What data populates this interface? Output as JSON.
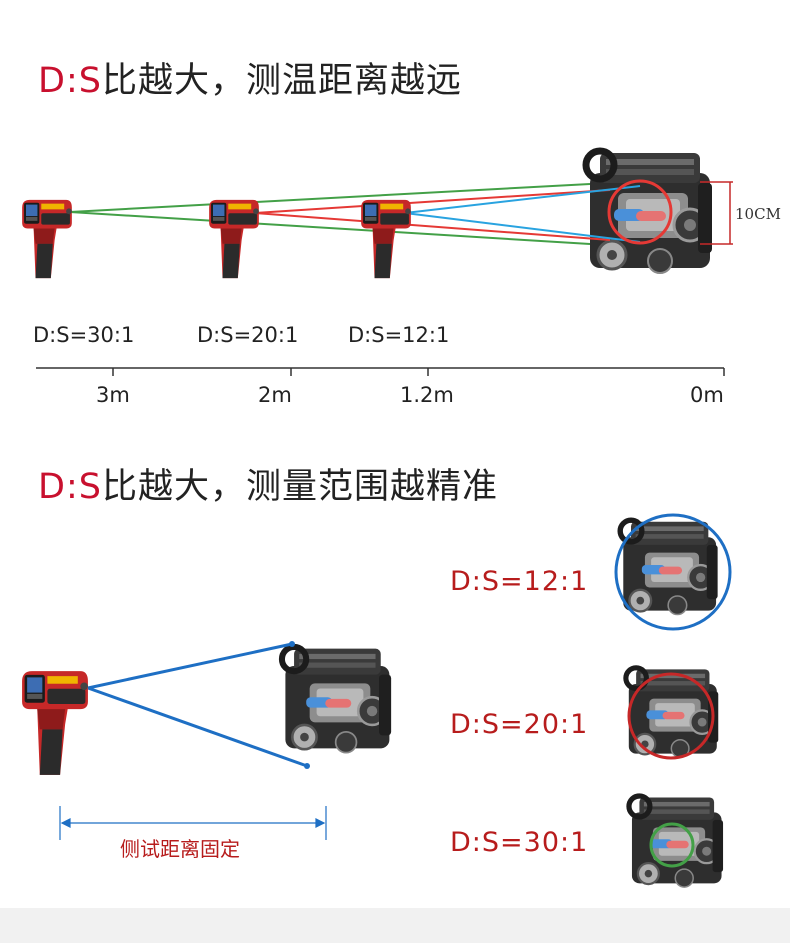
{
  "section1": {
    "title_ds": "D:S",
    "title_rest": "比越大，测温距离越远",
    "spot_label": "10CM",
    "ratios": [
      "D:S=30:1",
      "D:S=20:1",
      "D:S=12:1"
    ],
    "distances": [
      "3m",
      "2m",
      "1.2m",
      "0m"
    ]
  },
  "section2": {
    "title_ds": "D:S",
    "title_rest": "比越大，测量范围越精准",
    "ratios": [
      "D:S=12:1",
      "D:S=20:1",
      "D:S=30:1"
    ],
    "fixed_label": "侧试距离固定"
  },
  "colors": {
    "red": "#e53935",
    "green": "#43a047",
    "blue": "#29a3e0",
    "dark_blue": "#1e6fc4",
    "title_red": "#c8102e"
  }
}
